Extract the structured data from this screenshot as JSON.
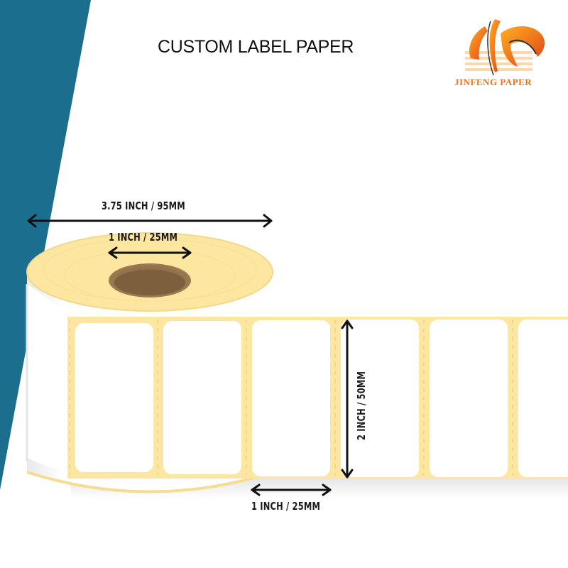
{
  "title": "CUSTOM LABEL PAPER",
  "brand": {
    "name": "JINFENG PAPER",
    "colors": {
      "primary": "#f58220",
      "accent": "#d9321e",
      "text": "#e8741c"
    }
  },
  "dimensions": {
    "roll_width": "3.75 INCH / 95MM",
    "core_diameter": "1 INCH / 25MM",
    "label_height": "2 INCH / 50MM",
    "label_width": "1 INCH / 25MM"
  },
  "colors": {
    "background_wedge": "#1b6e8e",
    "liner": "#fde6a0",
    "label": "#ffffff",
    "core": "#8a6a45",
    "arrow": "#111111"
  }
}
